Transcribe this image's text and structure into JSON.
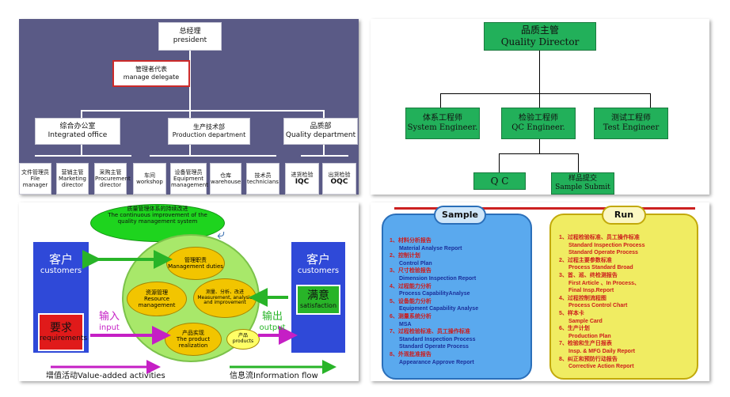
{
  "org_chart": {
    "president": {
      "cn": "总经理",
      "en": "president"
    },
    "delegate": {
      "cn": "管理者代表",
      "en": "manage delegate"
    },
    "departments": [
      {
        "cn": "综合办公室",
        "en": "Integrated office"
      },
      {
        "cn": "生产技术部",
        "en": "Production department"
      },
      {
        "cn": "品质部",
        "en": "Quality department"
      }
    ],
    "units": [
      {
        "cn": "文件管理员",
        "en": "File manager"
      },
      {
        "cn": "营销主管",
        "en": "Marketing director"
      },
      {
        "cn": "采购主管",
        "en": "Procurement director"
      },
      {
        "cn": "车间",
        "en": "workshop"
      },
      {
        "cn": "设备管理员",
        "en": "Equipment management"
      },
      {
        "cn": "仓库",
        "en": "warehouse"
      },
      {
        "cn": "技术员",
        "en": "technicians"
      },
      {
        "cn": "进货检验",
        "en": "IQC"
      },
      {
        "cn": "出货检验",
        "en": "OQC"
      }
    ]
  },
  "quality_chart": {
    "director": {
      "cn": "品质主管",
      "en": "Quality Director"
    },
    "engineers": [
      {
        "cn": "体系工程师",
        "en": "System Engineer."
      },
      {
        "cn": "检验工程师",
        "en": "QC Engineer."
      },
      {
        "cn": "测试工程师",
        "en": "Test Engineer"
      }
    ],
    "qc": "Q C",
    "sample_submit": {
      "cn": "样品提交",
      "en": "Sample Submit"
    }
  },
  "process_model": {
    "top_ellipse": {
      "cn": "质量管理体系的持续改进",
      "en": "The continuous improvement of the quality management system"
    },
    "customer_left": {
      "cn": "客户",
      "en": "customers"
    },
    "requirements": {
      "cn": "要求",
      "en": "requirements"
    },
    "customer_right": {
      "cn": "客户",
      "en": "customers"
    },
    "satisfaction": {
      "cn": "满意",
      "en": "satisfaction"
    },
    "input": {
      "cn": "输入",
      "en": "input"
    },
    "output": {
      "cn": "输出",
      "en": "output"
    },
    "management": {
      "cn": "管理职责",
      "en": "Management duties"
    },
    "resource": {
      "cn": "资源管理",
      "en": "Resource management"
    },
    "measurement": {
      "cn": "测量、分析、改进",
      "en": "Measurement, analysis and improvement"
    },
    "realization": {
      "cn": "产品实现",
      "en": "The product realization"
    },
    "products": {
      "cn": "产品",
      "en": "products"
    },
    "value_added": "增值活动Value-added activities",
    "information_flow": "信息流Information flow",
    "colors": {
      "blue": "#2f49d8",
      "yellow": "#f2c500",
      "green": "#28b428",
      "red": "#e01a1a",
      "purple": "#c51fc5"
    }
  },
  "sample_run": {
    "sample": {
      "title": "Sample",
      "items": [
        {
          "cn": "1、材料分析报告",
          "en": "Material Analyse Report"
        },
        {
          "cn": "2、控制计划",
          "en": "Control Plan"
        },
        {
          "cn": "3、尺寸检验报告",
          "en": "Dimension Inspection Report"
        },
        {
          "cn": "4、过程能力分析",
          "en": "Process CapabilityAnalyse"
        },
        {
          "cn": "5、设备能力分析",
          "en": "Equipment Capability Analyse"
        },
        {
          "cn": "6、测量系统分析",
          "en": "MSA"
        },
        {
          "cn": "7、过程检验标准、员工操作标准",
          "en": "Standard Inspection Process"
        },
        {
          "cn": "",
          "en": "Standard Operate Process"
        },
        {
          "cn": "8、外观批准报告",
          "en": "Appearance Approve Report"
        }
      ]
    },
    "run": {
      "title": "Run",
      "items": [
        {
          "cn": "1、过程检验标准、员工操作标准",
          "en": "Standard Inspection Process"
        },
        {
          "cn": "",
          "en": "Standard Operate Process"
        },
        {
          "cn": "2、过程主要参数标准",
          "en": "Process Standard Broad"
        },
        {
          "cn": "3、首、巡、终检测报告",
          "en": "First Article 、In Process、"
        },
        {
          "cn": "",
          "en": "Final Insp.Report"
        },
        {
          "cn": "4、过程控制流程图",
          "en": "Process Control Chart"
        },
        {
          "cn": "5、样本卡",
          "en": "Sample Card"
        },
        {
          "cn": "6、生产计划",
          "en": "Production Plan"
        },
        {
          "cn": "7、检验和生产日报表",
          "en": "Insp. & MFG Daily Report"
        },
        {
          "cn": "8、纠正和预防行动报告",
          "en": "Corrective  Action Report"
        }
      ]
    }
  }
}
